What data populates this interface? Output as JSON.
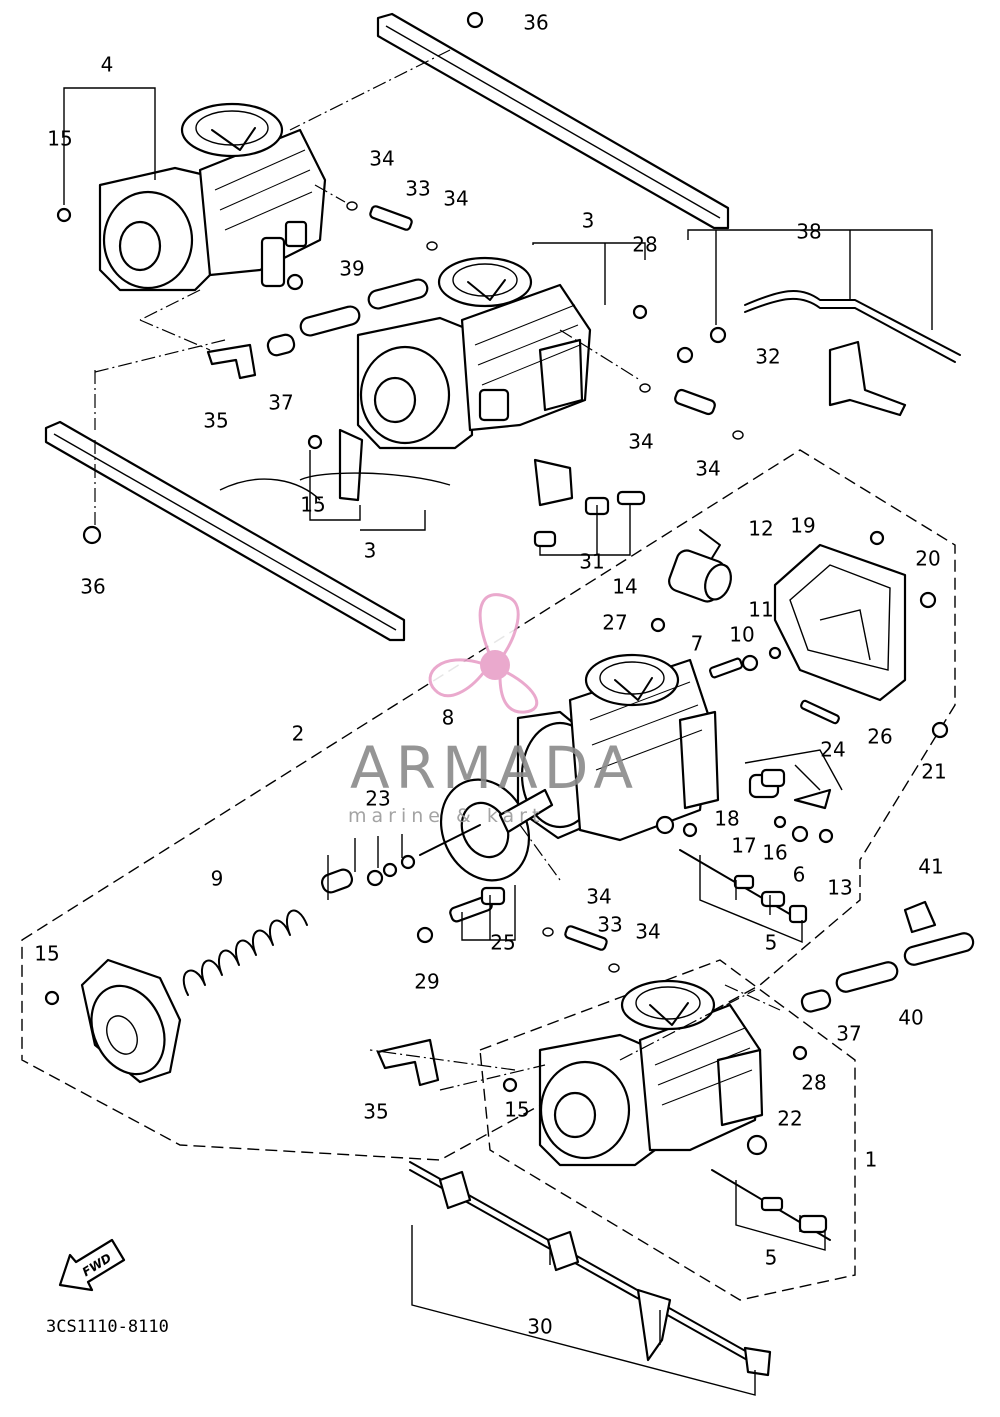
{
  "diagram": {
    "code": "3CS1110-8110",
    "direction_label": "FWD",
    "callouts": {
      "c36a": "36",
      "c4": "4",
      "c15a": "15",
      "c34a": "34",
      "c33a": "33",
      "c34b": "34",
      "c3a": "3",
      "c28a": "28",
      "c38": "38",
      "c39": "39",
      "c35a": "35",
      "c37a": "37",
      "c32": "32",
      "c34c": "34",
      "c34d": "34",
      "c15b": "15",
      "c3b": "3",
      "c31": "31",
      "c36b": "36",
      "c12": "12",
      "c19": "19",
      "c20": "20",
      "c14": "14",
      "c27": "27",
      "c11": "11",
      "c7": "7",
      "c10": "10",
      "c2": "2",
      "c8": "8",
      "c26": "26",
      "c24": "24",
      "c21": "21",
      "c23": "23",
      "c18": "18",
      "c17": "17",
      "c16": "16",
      "c6": "6",
      "c13": "13",
      "c9": "9",
      "c34e": "34",
      "c41": "41",
      "c33b": "33",
      "c34f": "34",
      "c25": "25",
      "c5a": "5",
      "c15c": "15",
      "c29": "29",
      "c37b": "37",
      "c40": "40",
      "c28b": "28",
      "c35b": "35",
      "c15d": "15",
      "c22": "22",
      "c1": "1",
      "c5b": "5",
      "c30": "30"
    }
  },
  "watermark": {
    "name": "ARMADA",
    "subtitle": "marine & kart"
  },
  "colors": {
    "line": "#000000",
    "background": "#ffffff",
    "watermark_pink": "#e8a0c8",
    "watermark_gray": "#8a8a8a"
  }
}
